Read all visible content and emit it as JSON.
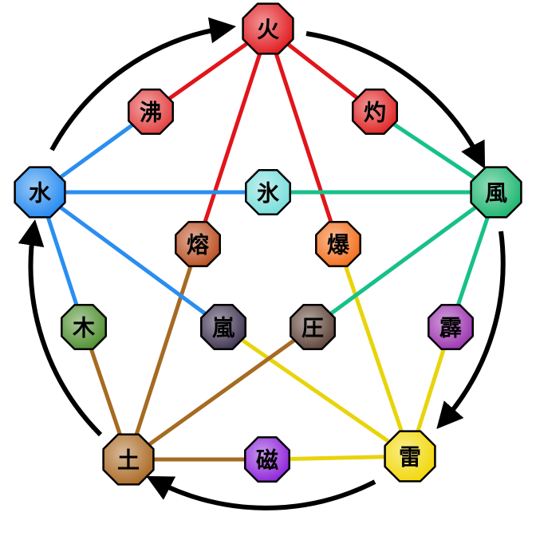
{
  "nodes": [
    {
      "id": "fire",
      "label": "火",
      "color": "#e0151a"
    },
    {
      "id": "wind",
      "label": "風",
      "color": "#16b36b"
    },
    {
      "id": "lightning",
      "label": "雷",
      "color": "#f2d600"
    },
    {
      "id": "earth",
      "label": "土",
      "color": "#a8661f"
    },
    {
      "id": "water",
      "label": "水",
      "color": "#1e86f0"
    },
    {
      "id": "boil",
      "label": "沸",
      "color": "#e23a3a"
    },
    {
      "id": "scorch",
      "label": "灼",
      "color": "#e01e1e"
    },
    {
      "id": "ice",
      "label": "氷",
      "color": "#74ddd9"
    },
    {
      "id": "lava",
      "label": "熔",
      "color": "#b94a1c"
    },
    {
      "id": "explosion",
      "label": "爆",
      "color": "#f26a16"
    },
    {
      "id": "wood",
      "label": "木",
      "color": "#4a8c2a"
    },
    {
      "id": "storm",
      "label": "嵐",
      "color": "#3a2f4c"
    },
    {
      "id": "dust",
      "label": "圧",
      "color": "#5b3f34"
    },
    {
      "id": "thunder",
      "label": "霹",
      "color": "#9a2fae"
    },
    {
      "id": "magnet",
      "label": "磁",
      "color": "#8a1ed8"
    }
  ],
  "edges": [
    {
      "from": "fire",
      "to": "boil",
      "color": "#e0151a"
    },
    {
      "from": "boil",
      "to": "water",
      "color": "#2a8ef0"
    },
    {
      "from": "fire",
      "to": "scorch",
      "color": "#e0151a"
    },
    {
      "from": "scorch",
      "to": "wind",
      "color": "#17c08a"
    },
    {
      "from": "fire",
      "to": "lava",
      "color": "#e0151a"
    },
    {
      "from": "lava",
      "to": "earth",
      "color": "#a66a22"
    },
    {
      "from": "fire",
      "to": "explosion",
      "color": "#e0151a"
    },
    {
      "from": "explosion",
      "to": "lightning",
      "color": "#e8d40a"
    },
    {
      "from": "water",
      "to": "ice",
      "color": "#2a8ef0"
    },
    {
      "from": "ice",
      "to": "wind",
      "color": "#17c08a"
    },
    {
      "from": "water",
      "to": "wood",
      "color": "#2a8ef0"
    },
    {
      "from": "wood",
      "to": "earth",
      "color": "#a66a22"
    },
    {
      "from": "water",
      "to": "storm",
      "color": "#2a8ef0"
    },
    {
      "from": "storm",
      "to": "lightning",
      "color": "#e8d40a"
    },
    {
      "from": "wind",
      "to": "dust",
      "color": "#17c08a"
    },
    {
      "from": "dust",
      "to": "earth",
      "color": "#a66a22"
    },
    {
      "from": "wind",
      "to": "thunder",
      "color": "#17c08a"
    },
    {
      "from": "thunder",
      "to": "lightning",
      "color": "#e8d40a"
    },
    {
      "from": "earth",
      "to": "magnet",
      "color": "#a66a22"
    },
    {
      "from": "magnet",
      "to": "lightning",
      "color": "#e8d40a"
    }
  ],
  "cycle": {
    "color": "#000000",
    "direction": "clockwise"
  }
}
